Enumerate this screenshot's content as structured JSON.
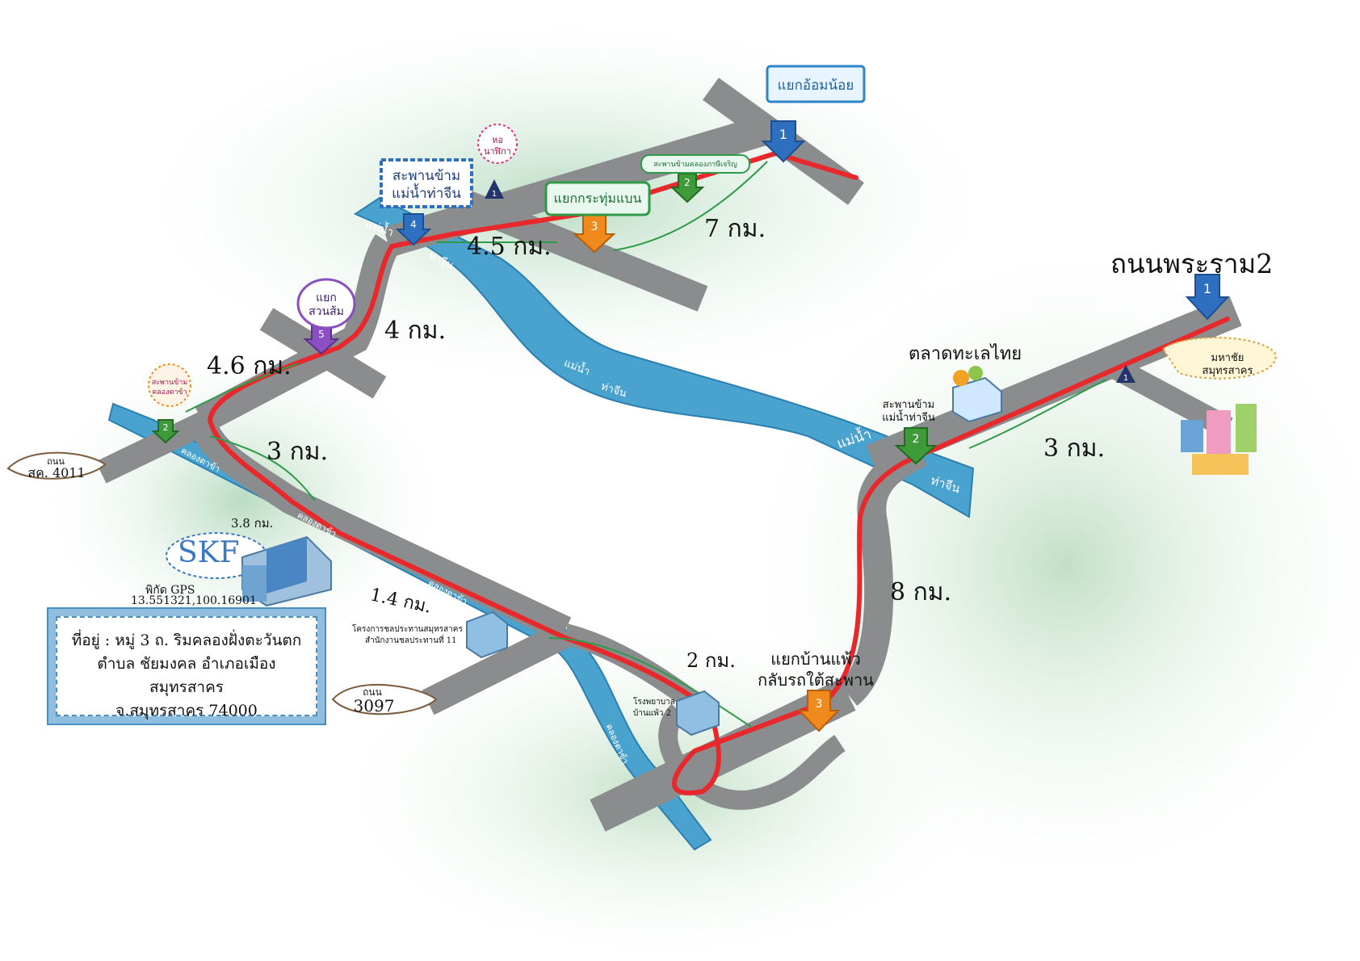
{
  "map": {
    "title": "ถนนพระราม2",
    "brand": "SKF",
    "gps_label": "พิกัด GPS",
    "gps_value": "13.551321,100.16901",
    "address_lines": [
      "ที่อยู่ : หมู่ 3 ถ. ริมคลองฝั่งตะวันตก",
      "ตำบล ชัยมงคล อำเภอเมือง สมุทรสาคร",
      "จ.สมุทรสาคร 74000"
    ]
  },
  "signs": {
    "om_noi": "แยกอ้อมน้อย",
    "kraturn_baen": "แยกกระทุ่มแบน",
    "bridge_tha_chin_line1": "สะพานข้าม",
    "bridge_tha_chin_line2": "แม่น้ำท่าจีน",
    "suan_som_line1": "แยก",
    "suan_som_line2": "สวนส้ม",
    "clock_tower_line1": "หอ",
    "clock_tower_line2": "นาฬิกา",
    "bridge_klong_phasi": "สะพานข้ามคลองภาษีเจริญ",
    "bridge_klong_tacha_line1": "สะพานข้าม",
    "bridge_klong_tacha_line2": "คลองตาข้า",
    "road_4011_line1": "ถนน",
    "road_4011_line2": "สค. 4011",
    "road_3097_line1": "ถนน",
    "road_3097_line2": "3097",
    "thai_seafood_market": "ตลาดทะเลไทย",
    "bridge_right_line1": "สะพานข้าม",
    "bridge_right_line2": "แม่น้ำท่าจีน",
    "mahachai_line1": "มหาชัย",
    "mahachai_line2": "สมุทรสาคร",
    "ban_phaeo_junction_line1": "แยกบ้านแพ้ว",
    "ban_phaeo_junction_line2": "กลับรถใต้สะพาน",
    "water_project_line1": "โครงการชลประทานสมุทรสาคร",
    "water_project_line2": "สำนักงานชลประทานที่ 11",
    "hospital_line1": "โรงพยาบาล",
    "hospital_line2": "บ้านแพ้ว 2"
  },
  "water_labels": {
    "river_mae_nam": "แม่น้ำ",
    "river_tha_chin": "ท่าจีน",
    "canal": "คลองตาข้า"
  },
  "distances": {
    "d_7": "7 กม.",
    "d_4_5": "4.5 กม.",
    "d_4": "4 กม.",
    "d_4_6": "4.6 กม.",
    "d_3_left": "3 กม.",
    "d_3_8": "3.8 กม.",
    "d_1_4": "1.4 กม.",
    "d_2": "2 กม.",
    "d_8": "8 กม.",
    "d_3_right": "3 กม."
  },
  "markers": [
    "1",
    "2",
    "3",
    "4",
    "5"
  ],
  "colors": {
    "road": "#8a8c8e",
    "route": "#e8282b",
    "river": "#4aa3cf",
    "green_bg": "#cfe6cc",
    "distance_bracket": "#2f9a48",
    "marker_blue": "#2e6fc0",
    "marker_green": "#3f9a3a",
    "marker_orange": "#f08a1c",
    "marker_purple": "#8a4fc0",
    "skf_blue": "#3b78c2"
  }
}
